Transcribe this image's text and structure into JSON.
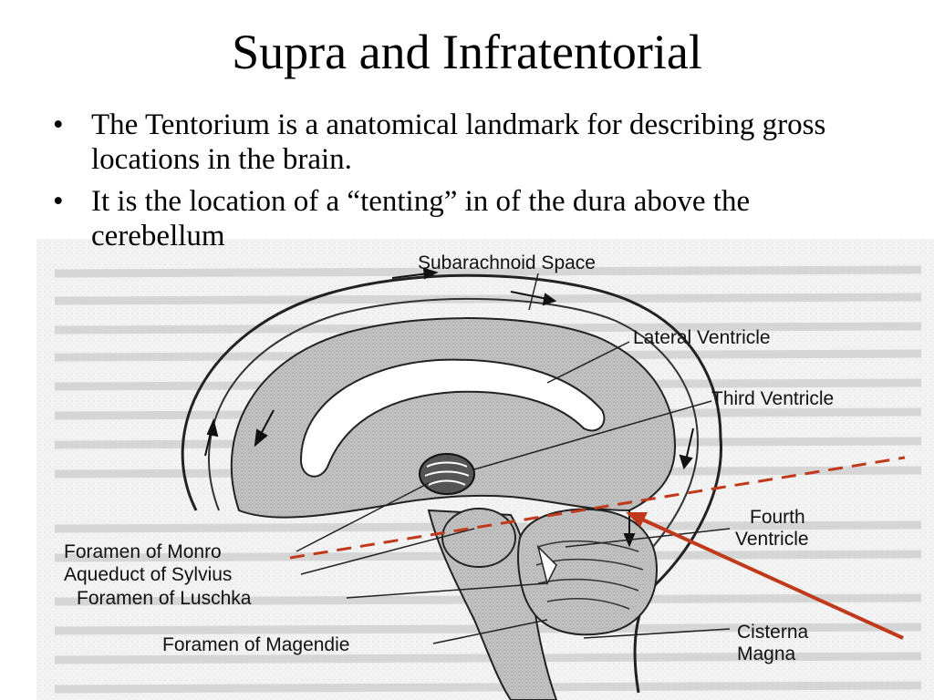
{
  "slide": {
    "title": "Supra and Infratentorial",
    "bullets": [
      "The Tentorium is a anatomical landmark for describing gross locations in the brain.",
      "It is the location of a “tenting” in of the dura above the cerebellum"
    ],
    "bullet_marker": "•"
  },
  "diagram": {
    "labels": {
      "subarachnoid_space": "Subarachnoid Space",
      "lateral_ventricle": "Lateral Ventricle",
      "third_ventricle": "Third Ventricle",
      "fourth_ventricle_line1": "Fourth",
      "fourth_ventricle_line2": "Ventricle",
      "foramen_monro": "Foramen of Monro",
      "aqueduct_sylvius": "Aqueduct of Sylvius",
      "foramen_luschka": "Foramen of Luschka",
      "foramen_magendie": "Foramen of Magendie",
      "cisterna_line1": "Cisterna",
      "cisterna_line2": "Magna"
    }
  },
  "colors": {
    "tentorium_line": "#c0391b",
    "pointer_arrow": "#c0391b",
    "brain_fill": "#bdbdbd",
    "scan_background": "#f2f2f2"
  },
  "icons": [
    "bullet-dot",
    "red-dashed-tentorium-line",
    "red-pointer-arrow"
  ]
}
